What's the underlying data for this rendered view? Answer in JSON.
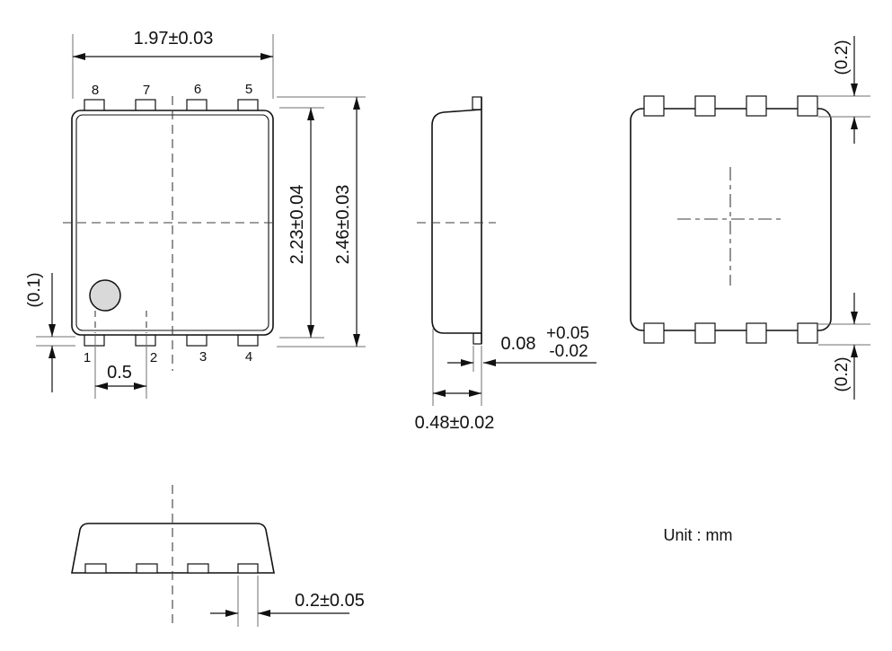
{
  "unit_label": "Unit : mm",
  "colors": {
    "ink": "#111111",
    "ext": "#6f6f6f",
    "cl": "#3d3d3d",
    "marker": "#d9d9d9",
    "bg": "#ffffff"
  },
  "front_view": {
    "pins_top": [
      "8",
      "7",
      "6",
      "5"
    ],
    "pins_bottom": [
      "1",
      "2",
      "3",
      "4"
    ],
    "dims": {
      "width": "1.97±0.03",
      "body_height": "2.23±0.04",
      "overall_height": "2.46±0.03",
      "lead_standoff": "(0.1)",
      "lead_pitch": "0.5"
    }
  },
  "side_view": {
    "dims": {
      "lead_thickness": "0.08",
      "lead_thickness_tol_plus": "+0.05",
      "lead_thickness_tol_minus": "-0.02",
      "package_thickness": "0.48±0.02"
    }
  },
  "back_view": {
    "dims": {
      "pad_height_top": "(0.2)",
      "pad_height_bottom": "(0.2)"
    }
  },
  "bottom_view": {
    "dims": {
      "pad_width": "0.2±0.05"
    }
  }
}
